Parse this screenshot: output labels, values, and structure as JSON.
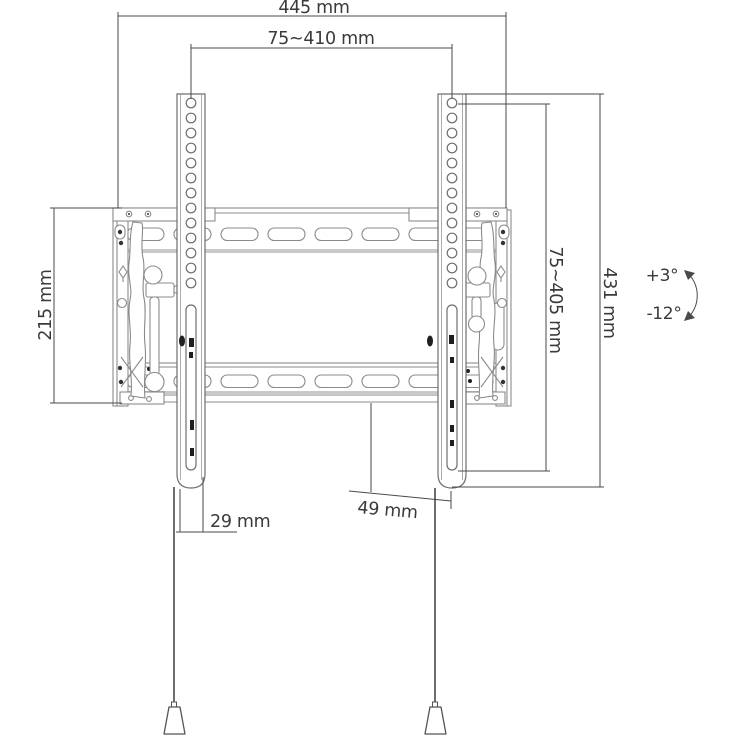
{
  "page": {
    "background": "#ffffff"
  },
  "diagram": {
    "type": "technical-drawing",
    "subject": "tilting tv wall mount bracket front view with dimensions",
    "colors": {
      "drawing_line": "#8b8b8b",
      "dark_detail": "#1f1f1f",
      "dimension_line": "#4a4a4a",
      "label_text": "#3a3a3a",
      "shadow_band": "#c9c9c9"
    },
    "dimensions": {
      "total_width": "445 mm",
      "hole_pattern_width": "75~410 mm",
      "plate_height": "215 mm",
      "hole_pattern_height": "75~405 mm",
      "bracket_height": "431 mm",
      "tilt_up": "+3°",
      "tilt_down": "-12°",
      "bracket_depth": "29 mm",
      "profile_depth": "49 mm"
    }
  }
}
